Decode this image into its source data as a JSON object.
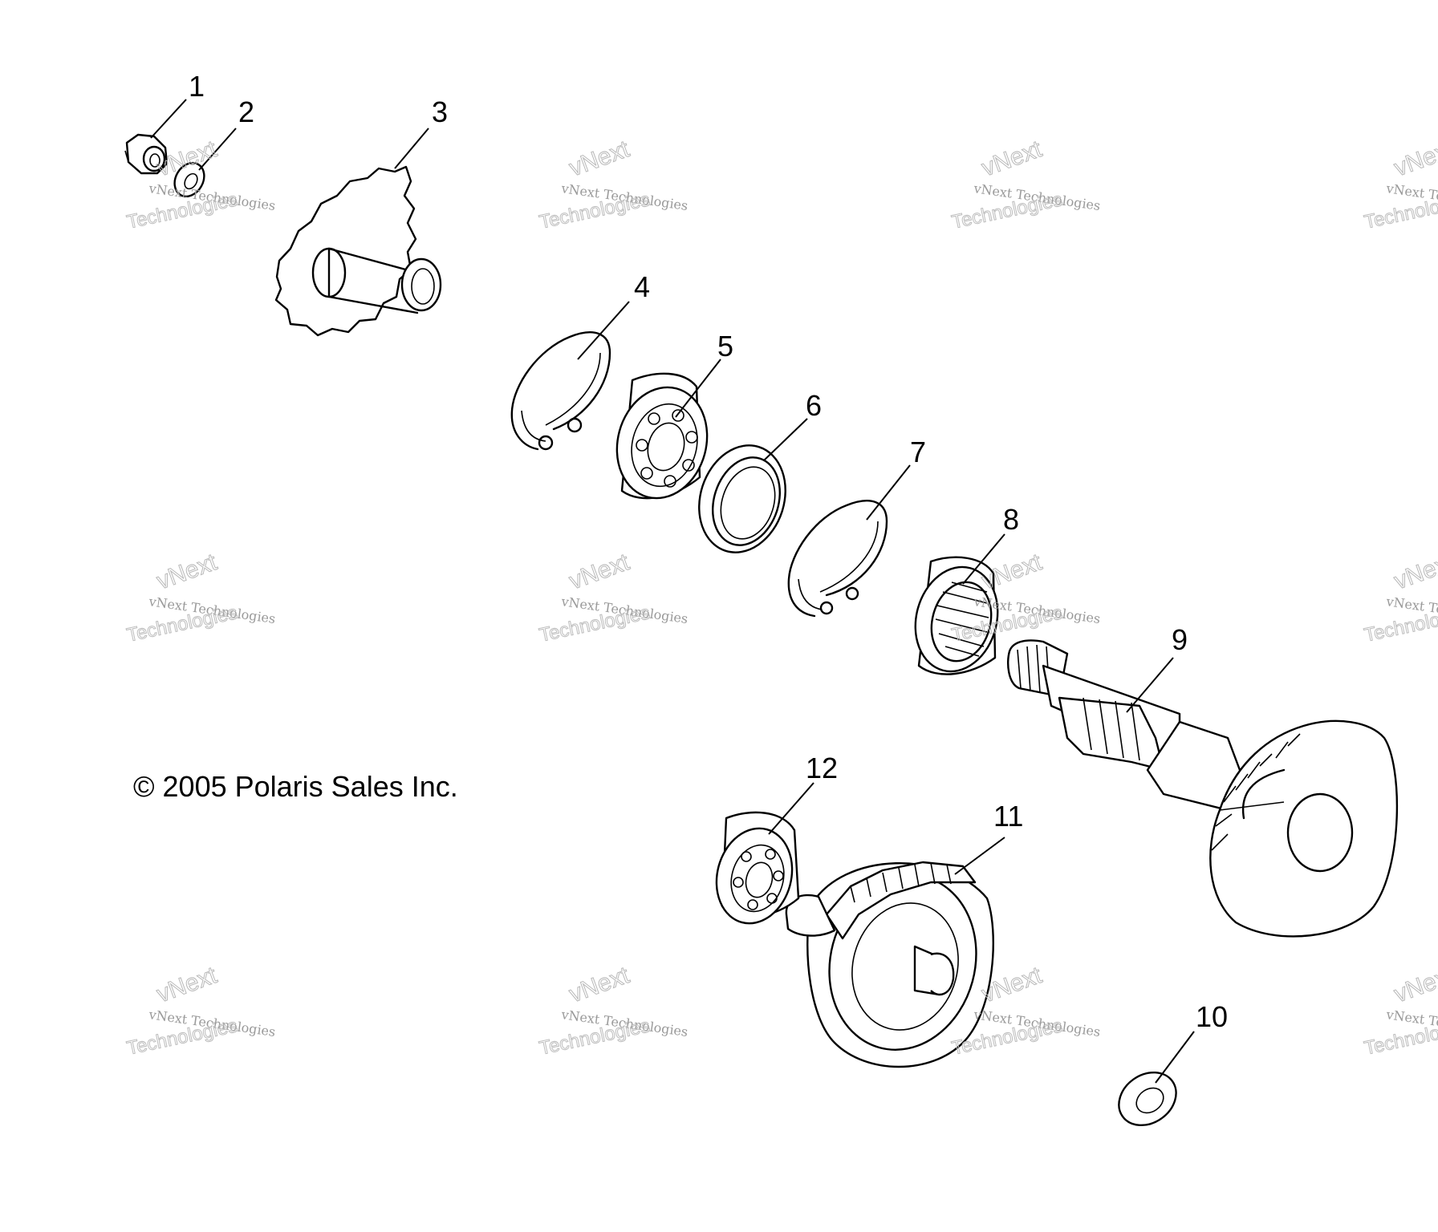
{
  "callouts": [
    "1",
    "2",
    "3",
    "4",
    "5",
    "6",
    "7",
    "8",
    "9",
    "10",
    "11",
    "12"
  ],
  "copyright": "© 2005 Polaris Sales Inc.",
  "watermark": {
    "line1": "vNext",
    "line2": "vNext Technologies",
    "line3": "Technologies"
  }
}
